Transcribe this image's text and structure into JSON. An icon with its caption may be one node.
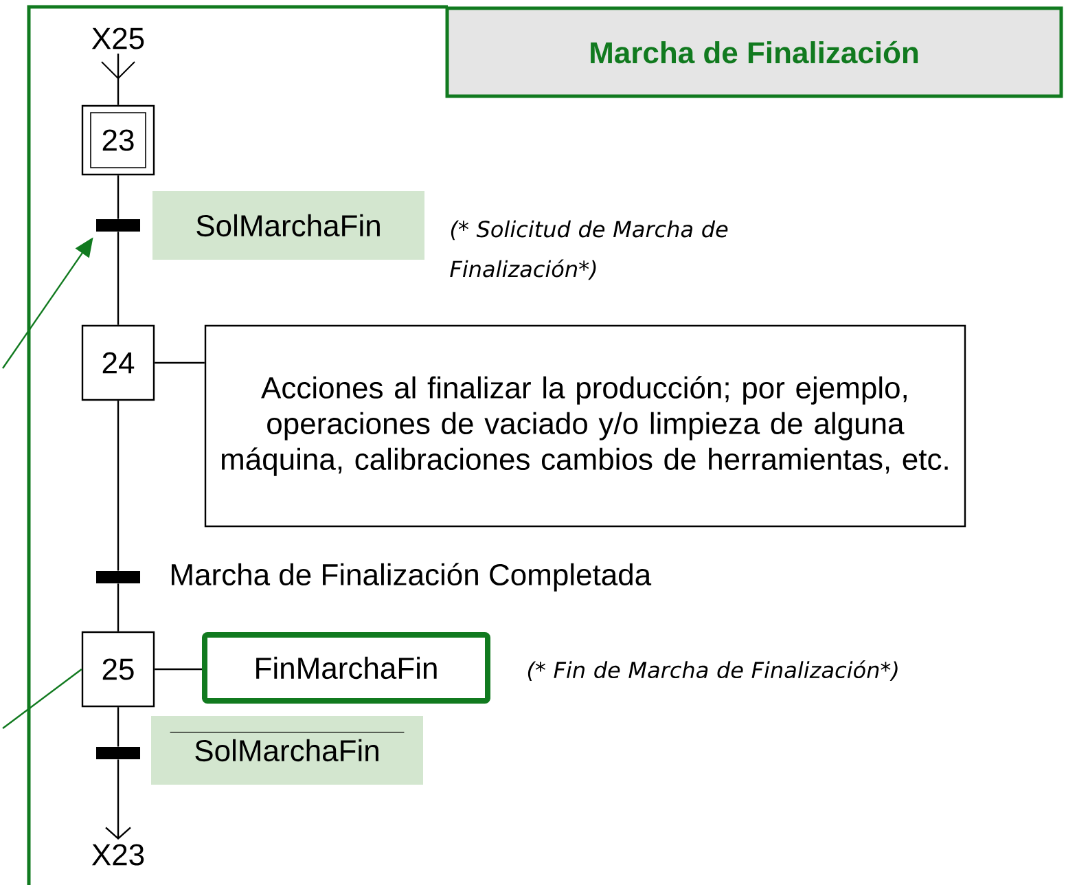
{
  "diagram": {
    "title": "Marcha de Finalización",
    "nodes": [
      {
        "text": [
          "X25"
        ]
      },
      {
        "text": [
          "23"
        ]
      },
      {
        "text": [],
        "shape": "bar"
      },
      {
        "text": [
          "SolMarchaFin"
        ]
      },
      {
        "text": [
          "24"
        ]
      },
      {
        "text": [
          "Acciones al finalizar la producción; por ejemplo, operaciones de vaciado y/o limpieza de alguna máquina, calibraciones cambios de herramientas, etc."
        ]
      },
      {
        "text": [],
        "shape": "bar",
        "beside": [
          "Marcha de Finalización Completada"
        ]
      },
      {
        "text": [
          "25"
        ]
      },
      {
        "text": [
          "FinMarchaFin"
        ]
      },
      {
        "text": [],
        "shape": "bar"
      },
      {
        "text": [
          "SolMarchaFin"
        ]
      },
      {
        "text": [
          "X23"
        ]
      }
    ],
    "edges": [
      {
        "from": 0,
        "to": 1,
        "arrow": "none"
      },
      {
        "from": 1,
        "to": 2,
        "arrow": "none"
      },
      {
        "from": 2,
        "to": 4,
        "arrow": "none"
      },
      {
        "from": 4,
        "to": 5,
        "arrow": "none"
      },
      {
        "from": 4,
        "to": 6,
        "arrow": "none"
      },
      {
        "from": 6,
        "to": 7,
        "arrow": "none"
      },
      {
        "from": 7,
        "to": 8,
        "arrow": "none"
      },
      {
        "from": 7,
        "to": 9,
        "arrow": "none"
      },
      {
        "from": 9,
        "to": 11,
        "arrow": "to"
      },
      {
        "from": null,
        "to": 2,
        "arrow": "to",
        "color": "#117a1f"
      },
      {
        "from": null,
        "to": 7,
        "arrow": "none",
        "color": "#117a1f"
      }
    ],
    "labels": [
      "(* Solicitud de Marcha de Finalización*)",
      "(* Fin de Marcha de Finalización*)"
    ]
  }
}
